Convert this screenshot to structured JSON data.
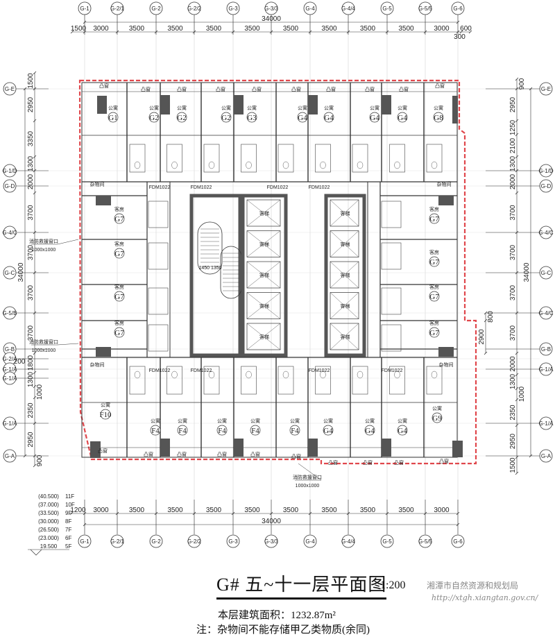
{
  "drawing": {
    "title": "G# 五~十一层平面图",
    "scale": "1:200",
    "area": "本层建筑面积：1232.87m²",
    "note": "注：杂物间不能存储甲乙类物质(余同)",
    "watermark_line1": "湘潭市自然资源和规划局",
    "watermark_line2": "http://xtgh.xiangtan.gov.cn/"
  },
  "axes": {
    "top": [
      "G-1",
      "G-2/1",
      "G-2",
      "G-2/2",
      "G-3",
      "G-3/3",
      "G-4",
      "G-4/4",
      "G-5",
      "G-5/5",
      "G-6"
    ],
    "bottom": [
      "G-1",
      "G-2/1",
      "G-2",
      "G-2/2",
      "G-3",
      "G-3/3",
      "G-4",
      "G-4/4",
      "G-5",
      "G-5/5",
      "G-6"
    ],
    "left": [
      "G-E",
      "G-1/D",
      "G-D",
      "G-4/C",
      "G-C",
      "G-5/B",
      "G-B",
      "G-2/A",
      "G-1/A",
      "G-1/A",
      "G-1/A",
      "G-A"
    ],
    "right": [
      "G-E",
      "G-1/D",
      "G-D",
      "G-4/C",
      "G-C",
      "G-4/C",
      "G-B",
      "G-1/A",
      "G-1/A",
      "G-A"
    ]
  },
  "dimensions": {
    "total": "34000",
    "top": [
      "1500",
      "3000",
      "3500",
      "3500",
      "3500",
      "3500",
      "3500",
      "3500",
      "3500",
      "3500",
      "3000",
      "300",
      "600"
    ],
    "bottom": [
      "1200",
      "3000",
      "3500",
      "3500",
      "3500",
      "3500",
      "3500",
      "3500",
      "3500",
      "3500",
      "3000"
    ],
    "left": [
      "1500",
      "2950",
      "3350",
      "1300",
      "2000",
      "3700",
      "3700",
      "3700",
      "3700",
      "1800",
      "1300",
      "1000",
      "2350",
      "2950",
      "900"
    ],
    "left_extra": "200",
    "right": [
      "900",
      "2950",
      "1250",
      "2100",
      "1300",
      "2000",
      "3700",
      "3700",
      "3700",
      "3700",
      "2000",
      "1300",
      "1000",
      "2350",
      "2950",
      "1500"
    ],
    "right_extra": [
      "800",
      "2900"
    ]
  },
  "rooms": {
    "top": [
      {
        "code": "G1",
        "type": "公寓"
      },
      {
        "code": "G2",
        "type": "公寓"
      },
      {
        "code": "G2",
        "type": "公寓"
      },
      {
        "code": "G2",
        "type": "公寓"
      },
      {
        "code": "G3",
        "type": "公寓"
      },
      {
        "code": "G4",
        "type": "公寓"
      },
      {
        "code": "G4",
        "type": "公寓"
      },
      {
        "code": "G4",
        "type": "公寓"
      },
      {
        "code": "G4",
        "type": "公寓"
      },
      {
        "code": "G8",
        "type": "公寓"
      }
    ],
    "bottom": [
      {
        "code": "F10",
        "type": "公寓"
      },
      {
        "code": "F4",
        "type": "公寓"
      },
      {
        "code": "F4",
        "type": "公寓"
      },
      {
        "code": "F4",
        "type": "公寓"
      },
      {
        "code": "F4",
        "type": "公寓"
      },
      {
        "code": "F4",
        "type": "公寓"
      },
      {
        "code": "G4",
        "type": "公寓"
      },
      {
        "code": "G4",
        "type": "公寓"
      },
      {
        "code": "G4",
        "type": "公寓"
      },
      {
        "code": "G9",
        "type": "公寓"
      }
    ],
    "left": [
      {
        "code": "G7",
        "type": "客房"
      },
      {
        "code": "G7",
        "type": "客房"
      },
      {
        "code": "G7",
        "type": "客房"
      },
      {
        "code": "G7",
        "type": "客房"
      }
    ],
    "right": [
      {
        "code": "G7",
        "type": "客房"
      },
      {
        "code": "G7",
        "type": "客房"
      },
      {
        "code": "G7",
        "type": "客房"
      },
      {
        "code": "G7",
        "type": "客房"
      }
    ],
    "bay_window": "凸窗",
    "utility": "杂物间",
    "elevator": "客梯",
    "stair_dims": "1450 1350",
    "door_code": "FDM1022"
  },
  "callouts": {
    "rescue_window": "消防救援窗口",
    "rescue_size": "1000x1000"
  },
  "elevations": [
    {
      "value": "(40.500)",
      "floor": "11F"
    },
    {
      "value": "(37.000)",
      "floor": "10F"
    },
    {
      "value": "(33.500)",
      "floor": "9F"
    },
    {
      "value": "(30.000)",
      "floor": "8F"
    },
    {
      "value": "(26.500)",
      "floor": "7F"
    },
    {
      "value": "(23.000)",
      "floor": "6F"
    },
    {
      "value": "19.500",
      "floor": "5F"
    }
  ],
  "colors": {
    "outline": "#e0474c",
    "wall": "#555555",
    "line": "#333333"
  }
}
